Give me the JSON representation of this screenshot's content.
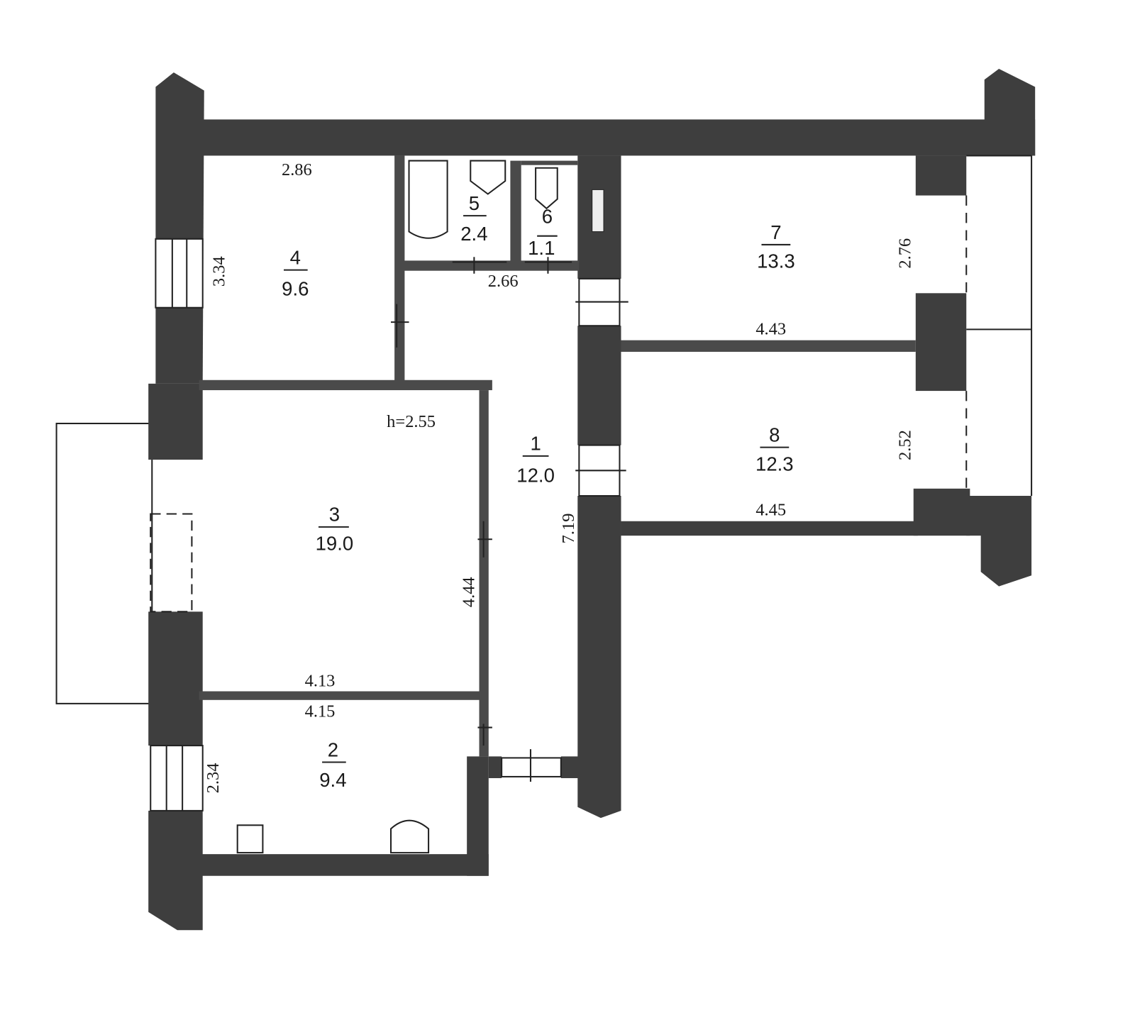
{
  "plan": {
    "ceiling_height": "h=2.55",
    "rooms": [
      {
        "number": "1",
        "area": "12.0"
      },
      {
        "number": "2",
        "area": "9.4"
      },
      {
        "number": "3",
        "area": "19.0"
      },
      {
        "number": "4",
        "area": "9.6"
      },
      {
        "number": "5",
        "area": "2.4"
      },
      {
        "number": "6",
        "area": "1.1"
      },
      {
        "number": "7",
        "area": "13.3"
      },
      {
        "number": "8",
        "area": "12.3"
      }
    ],
    "dimensions": {
      "room4_width": "2.86",
      "room4_depth": "3.34",
      "corridor_top": "2.66",
      "corridor_length": "7.19",
      "room3_depth": "4.44",
      "room3_width": "4.13",
      "room2_width": "4.15",
      "room2_depth": "2.34",
      "room7_width": "4.43",
      "room7_depth": "2.76",
      "room8_width": "4.45",
      "room8_depth": "2.52"
    }
  },
  "colors": {
    "wall": "#3e3e3e",
    "line": "#222222"
  }
}
